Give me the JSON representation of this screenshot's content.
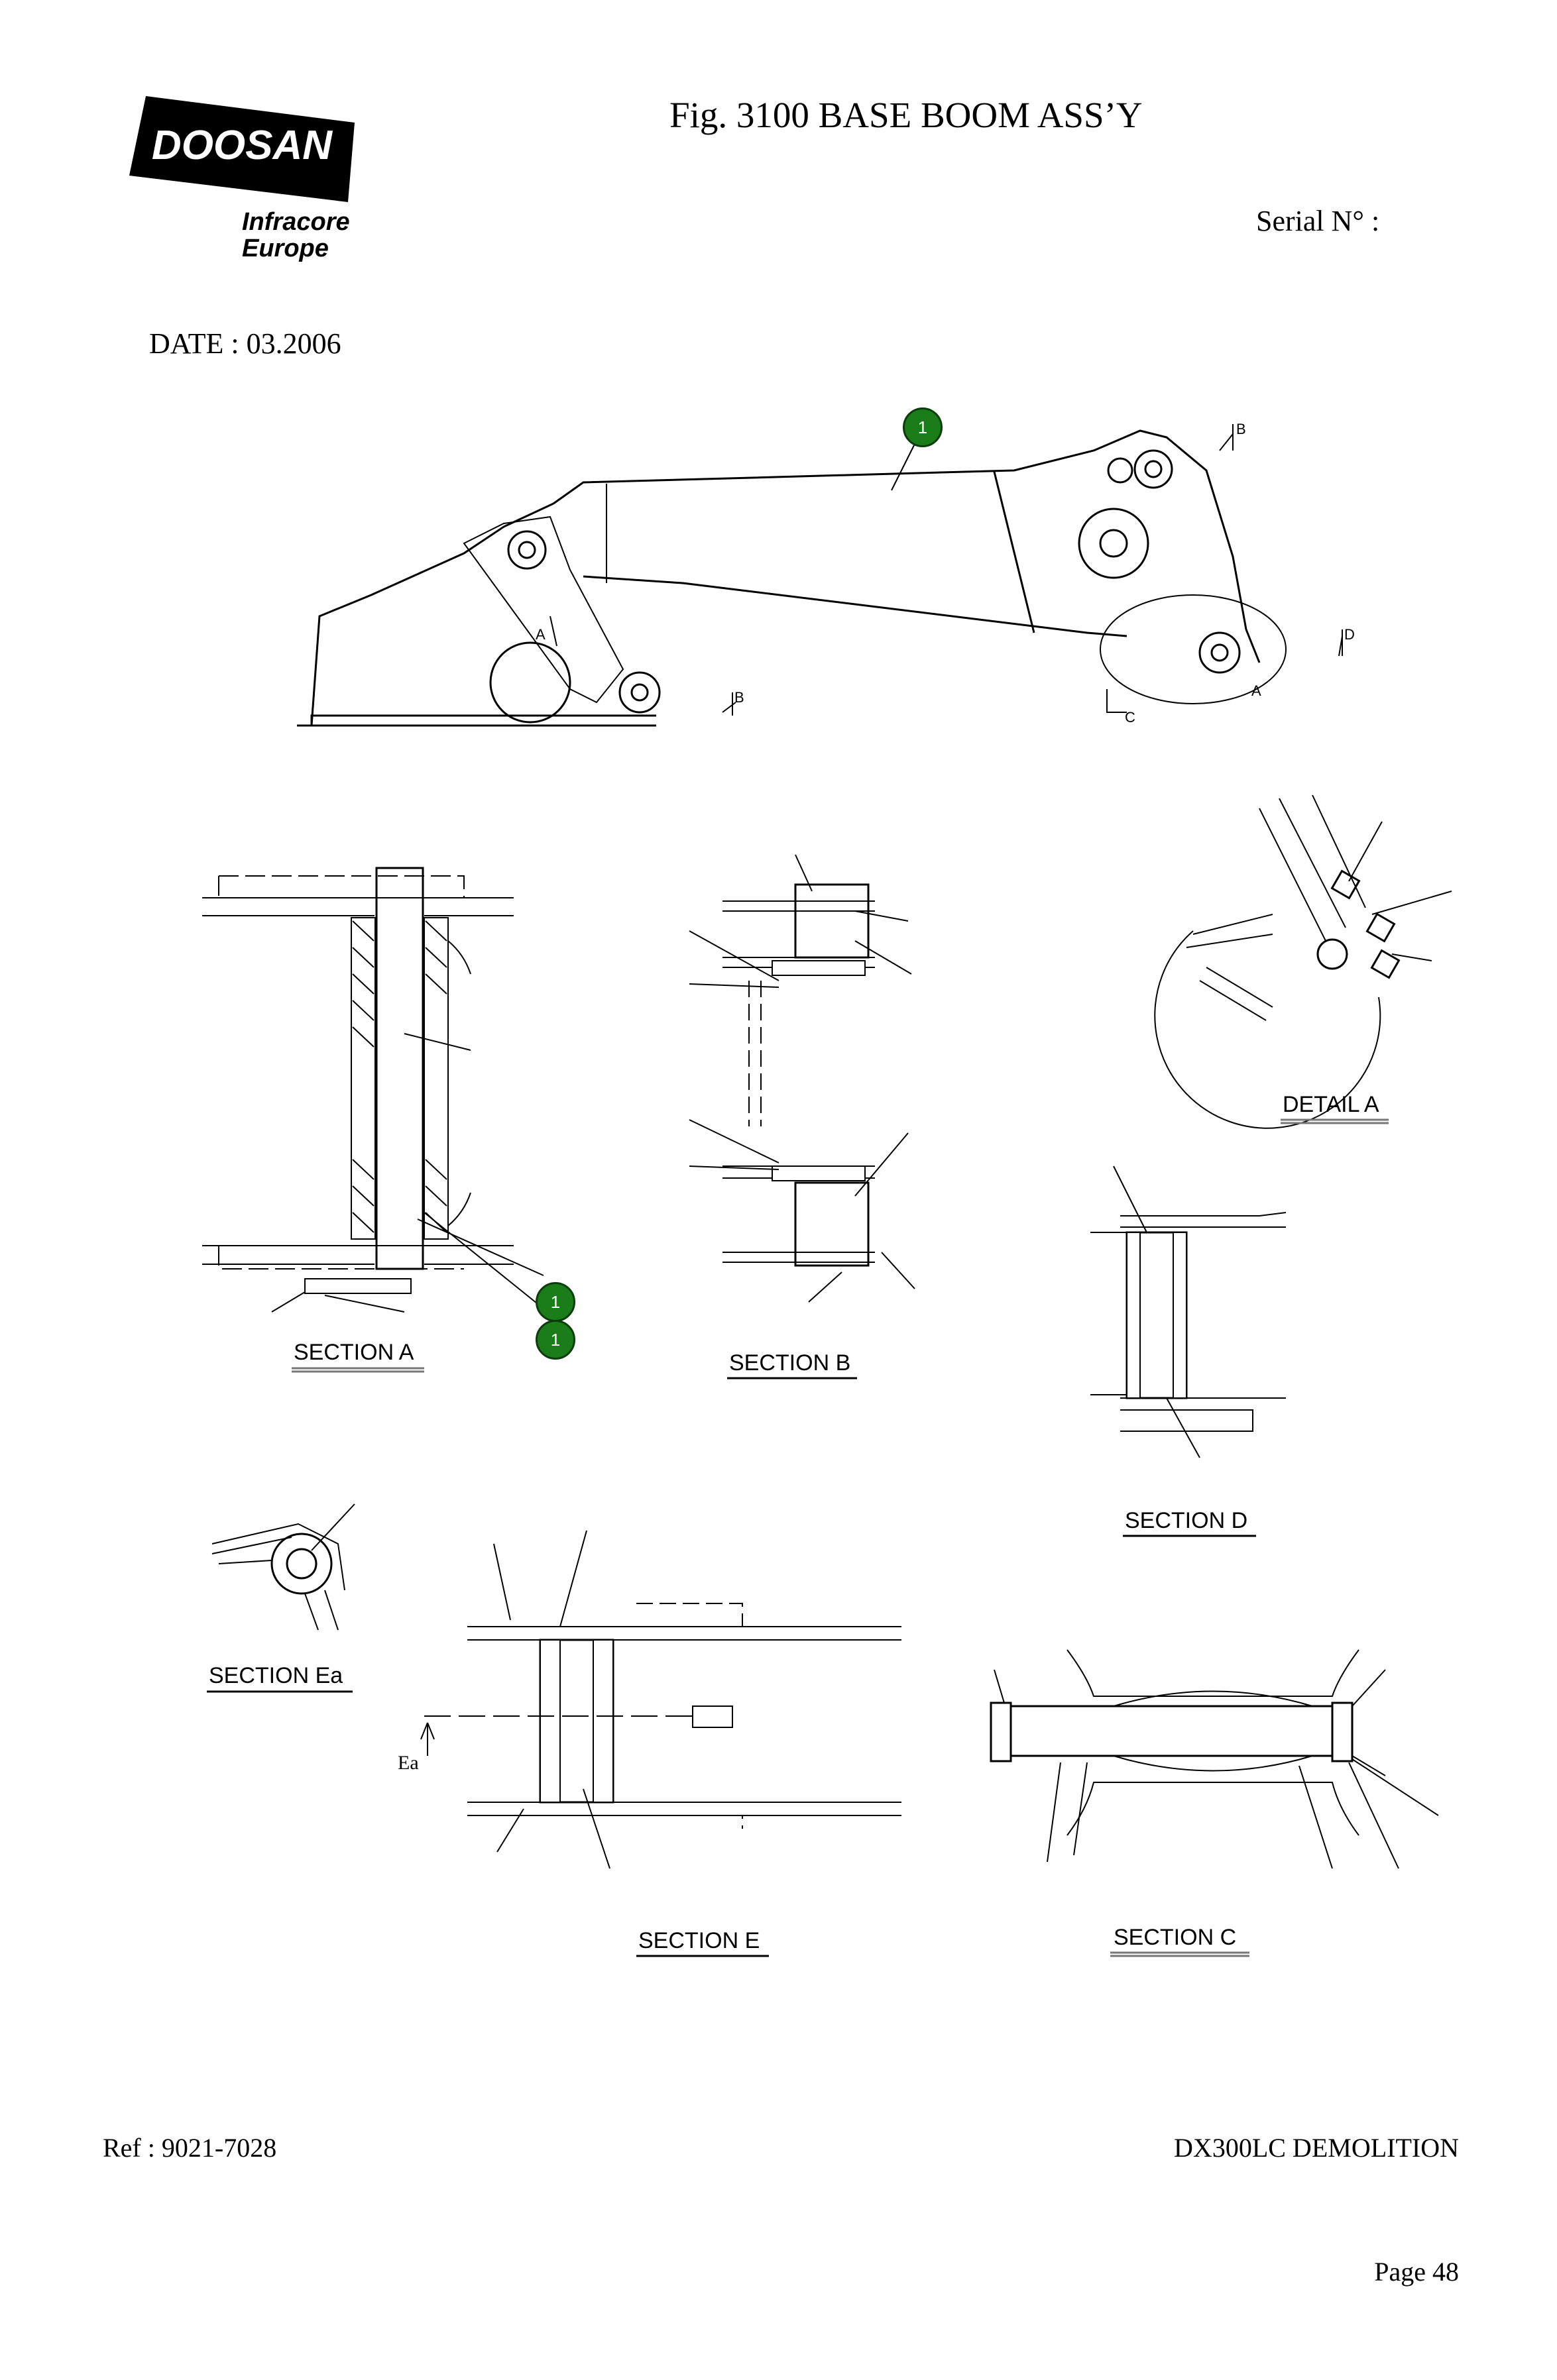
{
  "header": {
    "brand": "DOOSAN",
    "division_line1": "Infracore",
    "division_line2": "Europe",
    "figure_title": "Fig. 3100   BASE BOOM  ASS’Y",
    "serial_label": "Serial N° :",
    "date_label": "DATE : 03.2006"
  },
  "views": {
    "section_a": "SECTION  A",
    "section_b": "SECTION  B",
    "section_c": "SECTION  C",
    "section_d": "SECTION  D",
    "section_e": "SECTION  E",
    "section_ea": "SECTION  Ea",
    "detail_a": "DETAIL  A"
  },
  "markers": {
    "a": "A",
    "b": "B",
    "c": "C",
    "d": "D",
    "ea": "Ea"
  },
  "callouts": [
    {
      "number": "1"
    },
    {
      "number": "1"
    },
    {
      "number": "1"
    }
  ],
  "footer": {
    "ref": "Ref : 9021-7028",
    "model": "DX300LC DEMOLITION",
    "page": "Page 48"
  },
  "colors": {
    "callout_fill": "#1a7d1a",
    "line": "#000000"
  }
}
